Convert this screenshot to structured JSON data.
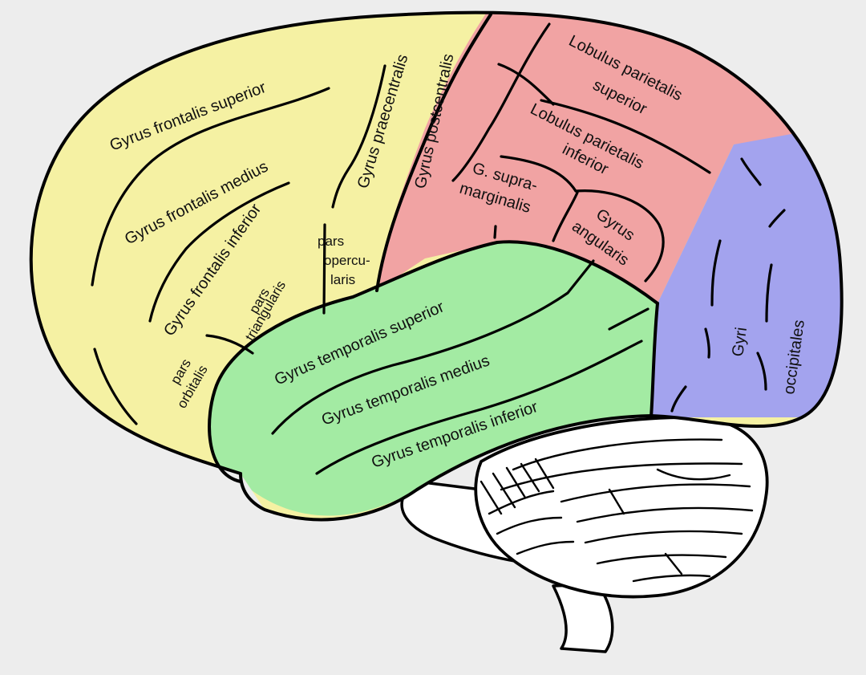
{
  "colors": {
    "background": "#ededed",
    "frontal": "#f5f1a3",
    "parietal": "#f1a3a3",
    "temporal": "#a3eba3",
    "occipital": "#a3a3ee",
    "cerebellum": "#ffffff",
    "stroke": "#000000"
  },
  "labels": {
    "frontalis_superior": "Gyrus frontalis superior",
    "frontalis_medius": "Gyrus frontalis medius",
    "frontalis_inferior": "Gyrus frontalis inferior",
    "praecentralis": "Gyrus praecentralis",
    "postcentralis": "Gyrus postcentralis",
    "lobulus_sup_1": "Lobulus parietalis",
    "lobulus_sup_2": "superior",
    "lobulus_inf_1": "Lobulus parietalis",
    "lobulus_inf_2": "inferior",
    "supramarginalis_1": "G. supra-",
    "supramarginalis_2": "marginalis",
    "angularis_1": "Gyrus",
    "angularis_2": "angularis",
    "pars_opercularis_1": "pars",
    "pars_opercularis_2": "opercu-",
    "pars_opercularis_3": "laris",
    "pars_triangularis_1": "pars",
    "pars_triangularis_2": "triangularis",
    "pars_orbitalis_1": "pars",
    "pars_orbitalis_2": "orbitalis",
    "temporalis_superior": "Gyrus temporalis superior",
    "temporalis_medius": "Gyrus temporalis medius",
    "temporalis_inferior": "Gyrus temporalis inferior",
    "occipitales_1": "Gyri",
    "occipitales_2": "occipitales"
  }
}
